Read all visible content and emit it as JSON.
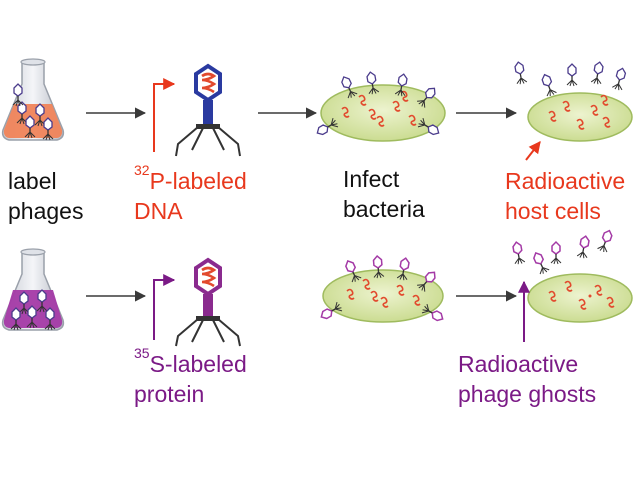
{
  "colors": {
    "red_label": "#e8381d",
    "purple_label": "#7b1a86",
    "black_label": "#111111",
    "red_medium": "#f0845a",
    "purple_medium": "#a43aa6",
    "bacterium_fill": "#d6e5a4",
    "bacterium_edge": "#9fbb5e",
    "dna": "#e24a2e",
    "protein_purple": "#8a2a8e",
    "dna_core": "#2a3aa0"
  },
  "icons": [
    "flask-red-icon",
    "flask-purple-icon",
    "phage-32p-icon",
    "phage-35s-icon",
    "bacterium-icon",
    "arrow-icon"
  ],
  "top_row": {
    "step1": {
      "line1": "label",
      "line2": "phages"
    },
    "step2": {
      "sup": "32",
      "line1": "P-labeled",
      "line2": "DNA"
    },
    "step3": {
      "line1": "Infect",
      "line2": "bacteria"
    },
    "step4": {
      "line1": "Radioactive",
      "line2": "host cells"
    }
  },
  "bottom_row": {
    "step2": {
      "sup": "35",
      "line1": "S-labeled",
      "line2": "protein"
    },
    "step4": {
      "line1": "Radioactive",
      "line2": "phage ghosts"
    }
  }
}
